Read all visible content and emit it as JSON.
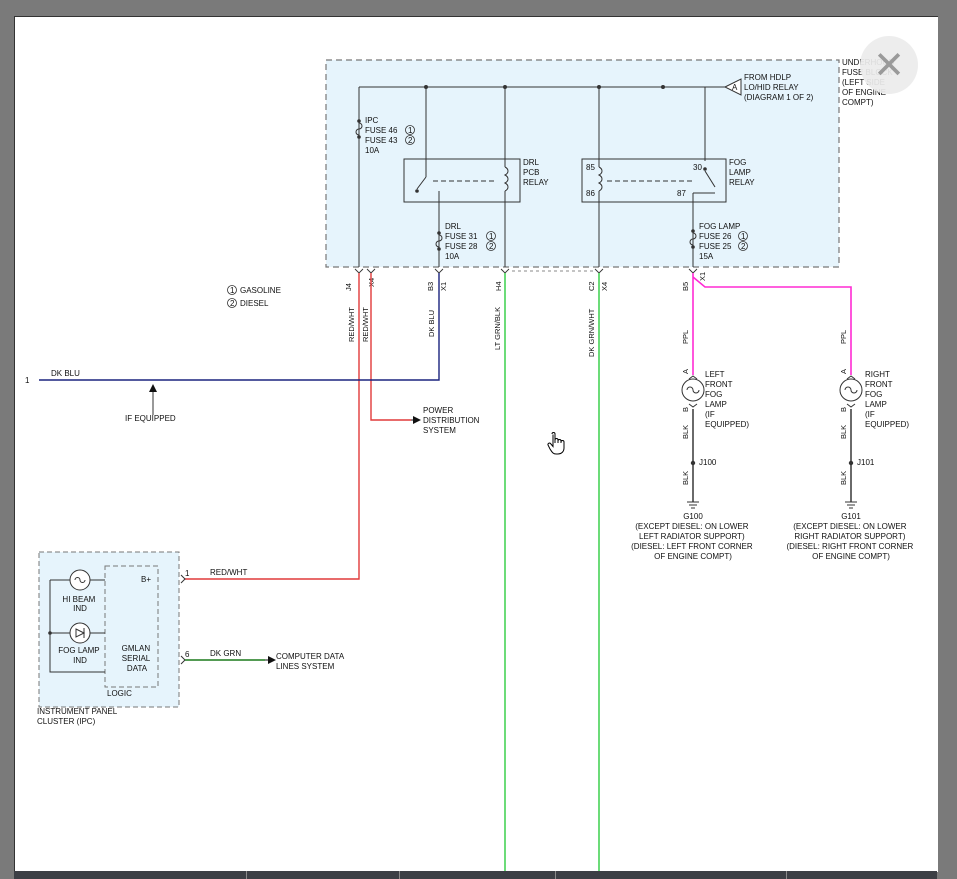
{
  "close_button": {
    "glyph": "✕"
  },
  "fuse_block": {
    "label": [
      "UNDERHOOD",
      "FUSE BLOCK",
      "(LEFT SIDE",
      "OF ENGINE",
      "COMPT)"
    ]
  },
  "hdlp_ref": {
    "marker": "A",
    "label": [
      "FROM HDLP",
      "LO/HID RELAY",
      "(DIAGRAM 1 OF 2)"
    ]
  },
  "fuse_ipc": {
    "label": "IPC",
    "fuse1": "FUSE 46",
    "fuse1_n": "1",
    "fuse2": "FUSE 43",
    "fuse2_n": "2",
    "rating": "10A"
  },
  "drl_relay": {
    "label": [
      "DRL",
      "PCB",
      "RELAY"
    ]
  },
  "fog_relay": {
    "label": [
      "FOG",
      "LAMP",
      "RELAY"
    ],
    "pin85": "85",
    "pin86": "86",
    "pin30": "30",
    "pin87": "87"
  },
  "fuse_drl": {
    "label": "DRL",
    "fuse1": "FUSE 31",
    "fuse1_n": "1",
    "fuse2": "FUSE 28",
    "fuse2_n": "2",
    "rating": "10A"
  },
  "fuse_fog": {
    "label": "FOG LAMP",
    "fuse1": "FUSE 26",
    "fuse1_n": "1",
    "fuse2": "FUSE 25",
    "fuse2_n": "2",
    "rating": "15A"
  },
  "legend": {
    "gasoline_n": "1",
    "gasoline": "GASOLINE",
    "diesel_n": "2",
    "diesel": "DIESEL"
  },
  "connectors": {
    "j4": "J4",
    "x4": "X4",
    "b3": "B3",
    "x1_a": "X1",
    "h4": "H4",
    "c2": "C2",
    "x4_b": "X4",
    "b5": "B5",
    "x1_b": "X1"
  },
  "wire_labels": {
    "red_wht_1": "RED/WHT",
    "red_wht_2": "RED/WHT",
    "dk_blu_v": "DK BLU",
    "lt_grn_blk": "LT GRN/BLK",
    "dk_grn_wht": "DK GRN/WHT",
    "ppl_1": "PPL",
    "ppl_2": "PPL",
    "blk_1": "BLK",
    "blk_2": "BLK",
    "blk_3": "BLK",
    "blk_4": "BLK",
    "dk_blu_h": "DK BLU",
    "red_wht_h": "RED/WHT",
    "dk_grn_h": "DK GRN"
  },
  "dk_blu_pin": "1",
  "if_equipped": "IF EQUIPPED",
  "power_distribution": [
    "POWER",
    "DISTRIBUTION",
    "SYSTEM"
  ],
  "left_fog_lamp": {
    "pin_a": "A",
    "pin_b": "B",
    "label": [
      "LEFT",
      "FRONT",
      "FOG",
      "LAMP",
      "(IF",
      "EQUIPPED)"
    ],
    "splice": "J100",
    "ground": "G100",
    "ground_desc": [
      "(EXCEPT DIESEL: ON LOWER",
      "LEFT RADIATOR SUPPORT)",
      "(DIESEL: LEFT FRONT CORNER",
      "OF ENGINE COMPT)"
    ]
  },
  "right_fog_lamp": {
    "pin_a": "A",
    "pin_b": "B",
    "label": [
      "RIGHT",
      "FRONT",
      "FOG",
      "LAMP",
      "(IF",
      "EQUIPPED)"
    ],
    "splice": "J101",
    "ground": "G101",
    "ground_desc": [
      "(EXCEPT DIESEL: ON LOWER",
      "RIGHT RADIATOR SUPPORT)",
      "(DIESEL: RIGHT FRONT CORNER",
      "OF ENGINE COMPT)"
    ]
  },
  "ipc": {
    "hi_beam": [
      "HI BEAM",
      "IND"
    ],
    "fog_ind": [
      "FOG LAMP",
      "IND"
    ],
    "b_plus": "B+",
    "gmlan": [
      "GMLAN",
      "SERIAL",
      "DATA"
    ],
    "logic": "LOGIC",
    "pin1": "1",
    "pin6": "6",
    "title": [
      "INSTRUMENT PANEL",
      "CLUSTER (IPC)"
    ]
  },
  "computer_data": [
    "COMPUTER DATA",
    "LINES SYSTEM"
  ],
  "colors": {
    "red_wht": "#e03a3a",
    "dk_blu": "#1a237e",
    "green": "#2ecc40",
    "dk_grn": "#1b7a1b",
    "ppl": "#ff2bd4",
    "box_fill": "#e6f4fc"
  }
}
